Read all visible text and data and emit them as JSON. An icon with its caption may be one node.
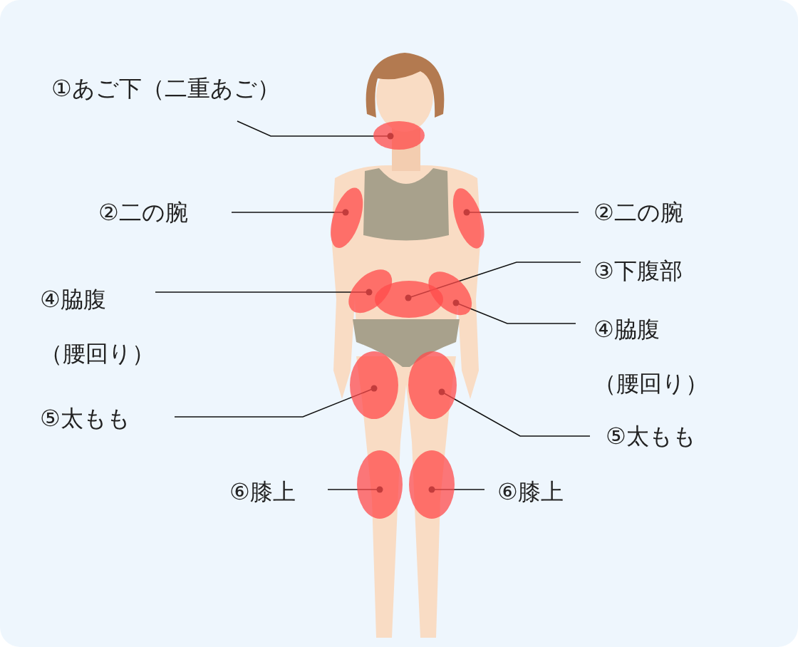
{
  "diagram": {
    "nodes": [
      {
        "text": [
          "①あご下（二重あご）"
        ]
      },
      {
        "text": [],
        "shape": "circle"
      },
      {
        "text": [
          "②二の腕"
        ]
      },
      {
        "text": [],
        "shape": "circle"
      },
      {
        "text": [],
        "shape": "circle"
      },
      {
        "text": [
          "②二の腕"
        ]
      },
      {
        "text": [
          "③下腹部"
        ]
      },
      {
        "text": [],
        "shape": "circle"
      },
      {
        "text": [
          "④脇腹",
          "（腰回り）"
        ]
      },
      {
        "text": [],
        "shape": "circle"
      },
      {
        "text": [],
        "shape": "circle"
      },
      {
        "text": [
          "④脇腹",
          "（腰回り）"
        ]
      },
      {
        "text": [
          "⑤太もも"
        ]
      },
      {
        "text": [],
        "shape": "circle"
      },
      {
        "text": [],
        "shape": "circle"
      },
      {
        "text": [
          "⑤太もも"
        ]
      },
      {
        "text": [
          "⑥膝上"
        ]
      },
      {
        "text": [],
        "shape": "circle"
      },
      {
        "text": [],
        "shape": "circle"
      },
      {
        "text": [
          "⑥膝上"
        ]
      }
    ],
    "edges": [
      {
        "from": 0,
        "to": 1,
        "arrow": "other"
      },
      {
        "from": 2,
        "to": 3,
        "arrow": "other"
      },
      {
        "from": 5,
        "to": 4,
        "arrow": "other"
      },
      {
        "from": 6,
        "to": 7,
        "arrow": "other"
      },
      {
        "from": 8,
        "to": 9,
        "arrow": "other"
      },
      {
        "from": 11,
        "to": 10,
        "arrow": "other"
      },
      {
        "from": 12,
        "to": 13,
        "arrow": "other"
      },
      {
        "from": 15,
        "to": 14,
        "arrow": "other"
      },
      {
        "from": 16,
        "to": 17,
        "arrow": "other"
      },
      {
        "from": 19,
        "to": 18,
        "arrow": "other"
      }
    ]
  }
}
